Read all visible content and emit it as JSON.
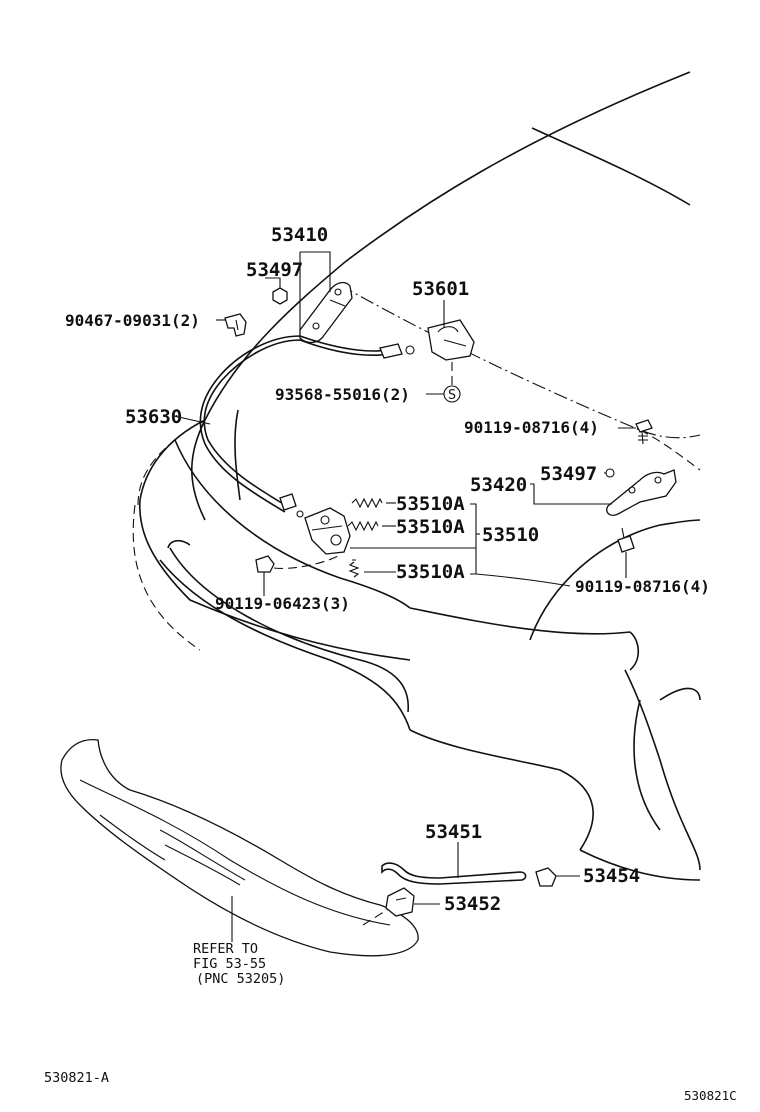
{
  "labels": {
    "p53410": "53410",
    "p53497_left": "53497",
    "p90467": "90467-09031(2)",
    "p53601": "53601",
    "p93568": "93568-55016(2)",
    "p93568_sym": "S",
    "p53630": "53630",
    "p90119_top": "90119-08716(4)",
    "p53497_right": "53497",
    "p53420": "53420",
    "p53510A_1": "53510A",
    "p53510A_2": "53510A",
    "p53510": "53510",
    "p53510A_3": "53510A",
    "p90119_bottom": "90119-08716(4)",
    "p90119_06423": "90119-06423(3)",
    "p53451": "53451",
    "p53454": "53454",
    "p53452": "53452"
  },
  "note": {
    "line1": "REFER TO",
    "line2": "FIG 53-55",
    "line3": "(PNC 53205)"
  },
  "footer": {
    "left_code": "530821-A",
    "right_code": "530821C"
  }
}
